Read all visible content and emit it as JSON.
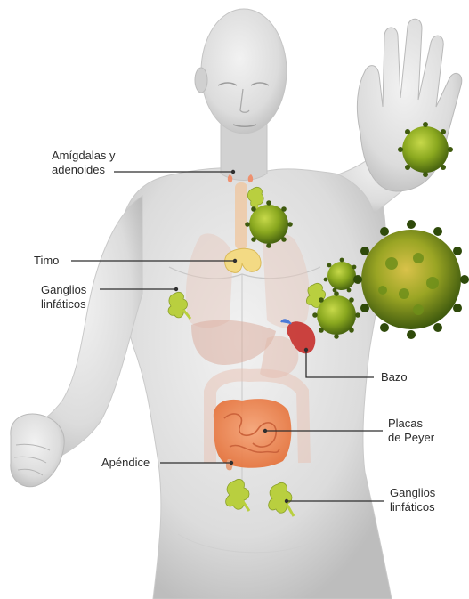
{
  "labels": {
    "amigdalas": {
      "line1": "Amígdalas y",
      "line2": "adenoides"
    },
    "timo": {
      "text": "Timo"
    },
    "ganglios_left": {
      "line1": "Ganglios",
      "line2": "linfáticos"
    },
    "bazo": {
      "text": "Bazo"
    },
    "placas": {
      "line1": "Placas",
      "line2": "de Peyer"
    },
    "apendice": {
      "text": "Apéndice"
    },
    "ganglios_right": {
      "line1": "Ganglios",
      "line2": "linfáticos"
    }
  },
  "colors": {
    "skin": "#dedede",
    "skin_shadow": "#c2c2c2",
    "organ_orange": "#f08a56",
    "thymus_yellow": "#f5d97a",
    "spleen_red": "#c7302c",
    "lymph_green": "#b9cf3f",
    "virus_dark": "#5e7d12",
    "virus_light": "#9dc23a"
  }
}
